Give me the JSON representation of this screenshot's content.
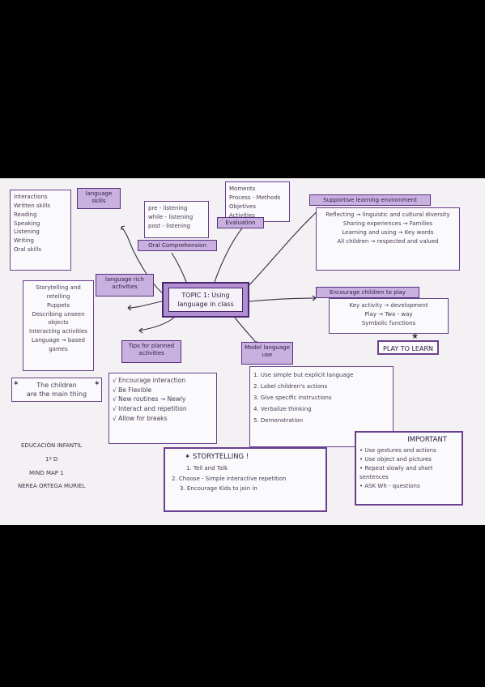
{
  "center": {
    "title": "TOPIC 1: Using",
    "subtitle": "language in class"
  },
  "language_skills": {
    "label": "language skills",
    "items": [
      "Interactions",
      "Written skills",
      "Reading",
      "Speaking",
      "Listening",
      "Writing",
      "Oral skills"
    ]
  },
  "oral_comprehension": {
    "label": "Oral Comprehension",
    "items": [
      "pre - listening",
      "while - listening",
      "post - listening"
    ]
  },
  "evaluation": {
    "label": "Evaluation",
    "items": [
      "Moments",
      "Process - Methods",
      "Objetives",
      "Activities"
    ]
  },
  "supportive_environment": {
    "label": "Supportive learning environment",
    "items": [
      "Reflecting → linguistic and cultural diversity",
      "Sharing experiences → Families",
      "Learning and using → Key words",
      "All children → respected and valued"
    ]
  },
  "encourage_play": {
    "label": "Encourage children to play",
    "items": [
      "Key activity → development",
      "Play → Two - way",
      "Symbolic functions"
    ]
  },
  "play_to_learn": "PLAY TO LEARN",
  "language_activities": {
    "label": "language rich activities",
    "items": [
      "Storytelling and retelling",
      "Puppets",
      "Describing unseen objects",
      "Interacting activities",
      "Language → based games"
    ]
  },
  "children_note": {
    "line1": "The children",
    "line2": "are the main thing"
  },
  "tips": {
    "label": "Tips for planned activities",
    "items": [
      "√ Encourage interaction",
      "√ Be Flexible",
      "√ New routines → Newly",
      "√ Interact and repetition",
      "√ Allow for breaks"
    ]
  },
  "model_language": {
    "label": "Model language use",
    "items": [
      "1. Use simple but explicit language",
      "2. Label children's actions",
      "3. Give specific instructions",
      "4. Verbalize thinking",
      "5. Demonstration"
    ]
  },
  "storytelling": {
    "title": "✶ STORYTELLING !",
    "items": [
      "1. Tell and Talk",
      "2. Choose - Simple interactive repetition",
      "3. Encourage Kids to join in"
    ]
  },
  "important": {
    "title": "IMPORTANT",
    "items": [
      "• Use gestures and actions",
      "• Use object and pictures",
      "• Repeat slowly and short sentences",
      "• ASK Wh - questions"
    ]
  },
  "author": {
    "course": "EDUCACIÓN INFANTIL",
    "grade": "1º D",
    "map": "MIND MAP 1",
    "name": "NEREA ORTEGA MURIEL"
  },
  "colors": {
    "accent": "#b08fd0",
    "border": "#5a2f80",
    "label_fill": "#c9b1df",
    "paper": "#f3f1f3",
    "frame": "#000000"
  }
}
